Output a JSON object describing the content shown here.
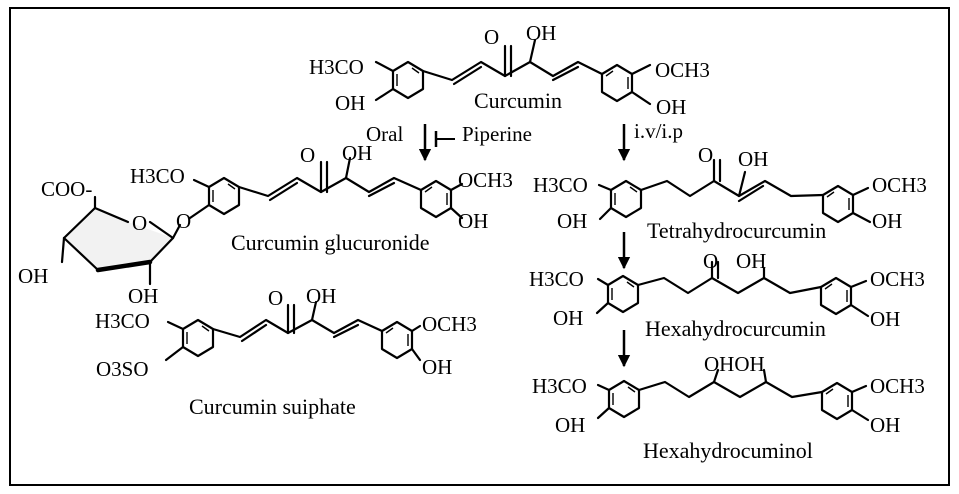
{
  "compounds": {
    "curcumin": {
      "name": "Curcumin",
      "groups": {
        "keto_o": "O",
        "enol_oh": "OH",
        "left_ome": "H3CO",
        "left_oh": "OH",
        "right_ome": "OCH3",
        "right_oh": "OH"
      }
    },
    "glucuronide": {
      "name": "Curcumin glucuronide",
      "groups": {
        "keto_o": "O",
        "enol_oh": "OH",
        "left_ome": "H3CO",
        "link_o": "O",
        "right_ome": "OCH3",
        "right_oh": "OH"
      },
      "sugar": {
        "carboxylate": "COO-",
        "ring_o": "O",
        "oh_left": "OH",
        "oh_bottom": "OH"
      }
    },
    "sulphate": {
      "name": "Curcumin suiphate",
      "groups": {
        "keto_o": "O",
        "enol_oh": "OH",
        "left_ome": "H3CO",
        "left_so3": "O3SO",
        "right_ome": "OCH3",
        "right_oh": "OH"
      }
    },
    "tetrahydro": {
      "name": "Tetrahydrocurcumin",
      "groups": {
        "keto_o": "O",
        "enol_oh": "OH",
        "left_ome": "H3CO",
        "left_oh": "OH",
        "right_ome": "OCH3",
        "right_oh": "OH"
      }
    },
    "hexahydro": {
      "name": "Hexahydrocurcumin",
      "groups": {
        "keto_o": "O",
        "hydroxyl": "OH",
        "left_ome": "H3CO",
        "left_oh": "OH",
        "right_ome": "OCH3",
        "right_oh": "OH"
      }
    },
    "hexahydrocuminol": {
      "name": "Hexahydrocuminol",
      "groups": {
        "diol": "OHOH",
        "left_ome": "H3CO",
        "left_oh": "OH",
        "right_ome": "OCH3",
        "right_oh": "OH"
      }
    }
  },
  "conditions": {
    "oral": "Oral",
    "piperine": "Piperine",
    "iv_ip": "i.v/i.p"
  }
}
